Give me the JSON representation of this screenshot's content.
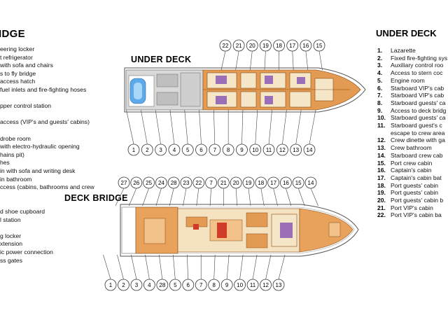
{
  "left_legend": {
    "heading": "IDGE",
    "lines": [
      "eering locker",
      "t refrigerator",
      "with sofa and chairs",
      "s to fly bridge",
      "access hatch",
      "fuel inlets and fire-fighting hoses",
      "",
      "pper control station",
      "",
      "access (VIP's and guests' cabins)",
      "",
      "drobe room",
      "with electro-hydraulic opening",
      "hains pit)",
      "hes",
      "in with sofa and writing desk",
      "in bathroom",
      "ccess (cabins, bathrooms and crew",
      "",
      "",
      "d shoe cupboard",
      "l station",
      "",
      "g locker",
      "xtension",
      "ic power connection",
      "ss gates"
    ]
  },
  "right_legend": {
    "heading": "UNDER DECK",
    "items": [
      {
        "num": "1.",
        "text": "Lazarette"
      },
      {
        "num": "2.",
        "text": "Fixed fire-fighting sys"
      },
      {
        "num": "3.",
        "text": "Auxiliary control roo"
      },
      {
        "num": "4.",
        "text": "Access to stern coc"
      },
      {
        "num": "5.",
        "text": "Engine room"
      },
      {
        "num": "6.",
        "text": "Starboard VIP's cab"
      },
      {
        "num": "7.",
        "text": "Starboard VIP's cab"
      },
      {
        "num": "8.",
        "text": "Starboard guests' ca"
      },
      {
        "num": "9.",
        "text": "Access to deck bridg"
      },
      {
        "num": "10.",
        "text": "Starboard guests' ca"
      },
      {
        "num": "11.",
        "text": "Starboard guest's c"
      },
      {
        "num": "",
        "text": "escape to crew area"
      },
      {
        "num": "12.",
        "text": "Crew dinette with ga"
      },
      {
        "num": "13.",
        "text": "Crew bathroom"
      },
      {
        "num": "14.",
        "text": "Starboard crew cab"
      },
      {
        "num": "15.",
        "text": "Port crew cabin"
      },
      {
        "num": "16.",
        "text": "Captain's cabin"
      },
      {
        "num": "17.",
        "text": "Captain's cabin bat"
      },
      {
        "num": "18.",
        "text": "Port guests' cabin"
      },
      {
        "num": "19.",
        "text": "Port guests' cabin"
      },
      {
        "num": "20.",
        "text": "Port guests' cabin b"
      },
      {
        "num": "21.",
        "text": "Port VIP's cabin"
      },
      {
        "num": "22.",
        "text": "Port VIP's cabin ba"
      }
    ]
  },
  "under_deck": {
    "title": "UNDER DECK",
    "top_callouts": [
      "22",
      "21",
      "20",
      "19",
      "18",
      "17",
      "16",
      "15"
    ],
    "bottom_callouts": [
      "1",
      "2",
      "3",
      "4",
      "5",
      "6",
      "7",
      "8",
      "9",
      "10",
      "11",
      "12",
      "13",
      "14"
    ]
  },
  "deck_bridge": {
    "title": "DECK BRIDGE",
    "top_callouts": [
      "27",
      "26",
      "25",
      "24",
      "28",
      "23",
      "22",
      "7",
      "21",
      "20",
      "19",
      "18",
      "17",
      "16",
      "15",
      "14"
    ],
    "bottom_callouts": [
      "1",
      "2",
      "3",
      "4",
      "28",
      "5",
      "6",
      "7",
      "8",
      "9",
      "10",
      "11",
      "12",
      "13"
    ]
  }
}
